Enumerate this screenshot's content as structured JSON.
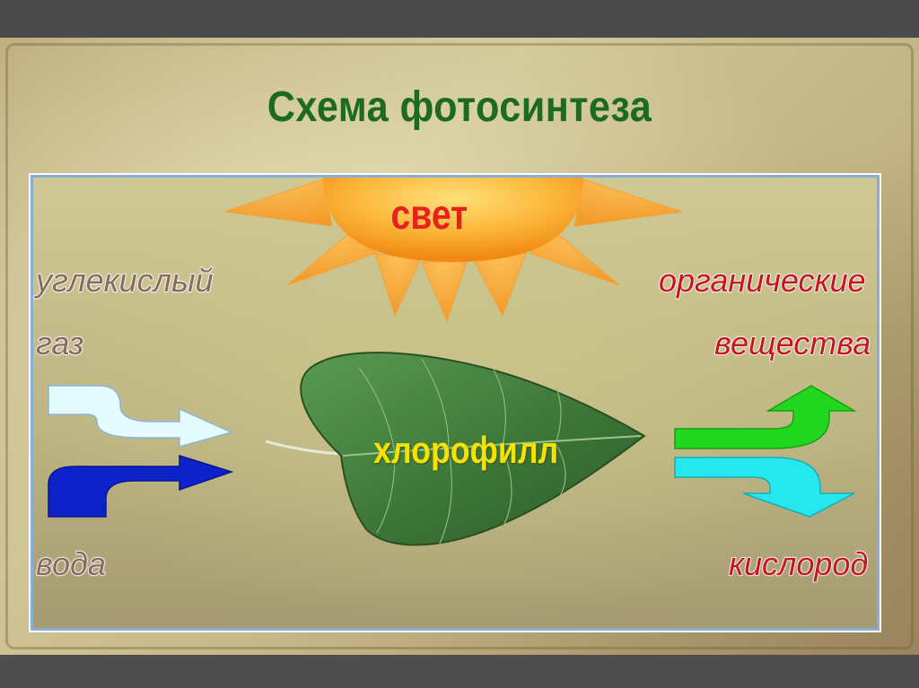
{
  "title": "Схема фотосинтеза",
  "nodes": {
    "sun": {
      "label": "свет"
    },
    "leaf": {
      "label": "хлорофилл"
    },
    "inputs": {
      "co2_line1": "углекислый",
      "co2_line2": "газ",
      "water": "вода"
    },
    "outputs": {
      "organic_line1": "органические",
      "organic_line2": "вещества",
      "oxygen": "кислород"
    }
  },
  "colors": {
    "title": "#1d6a22",
    "sun": "#f8a21c",
    "sun_text": "#e8201e",
    "leaf": "#3f7a3a",
    "leaf_text": "#f4e300",
    "inputs_text": "#8a6a5e",
    "outputs_text": "#c8141e",
    "arrow_co2": "#e6fbff",
    "arrow_water": "#0d22c8",
    "arrow_organic": "#22d81e",
    "arrow_oxygen": "#26e6ee"
  }
}
